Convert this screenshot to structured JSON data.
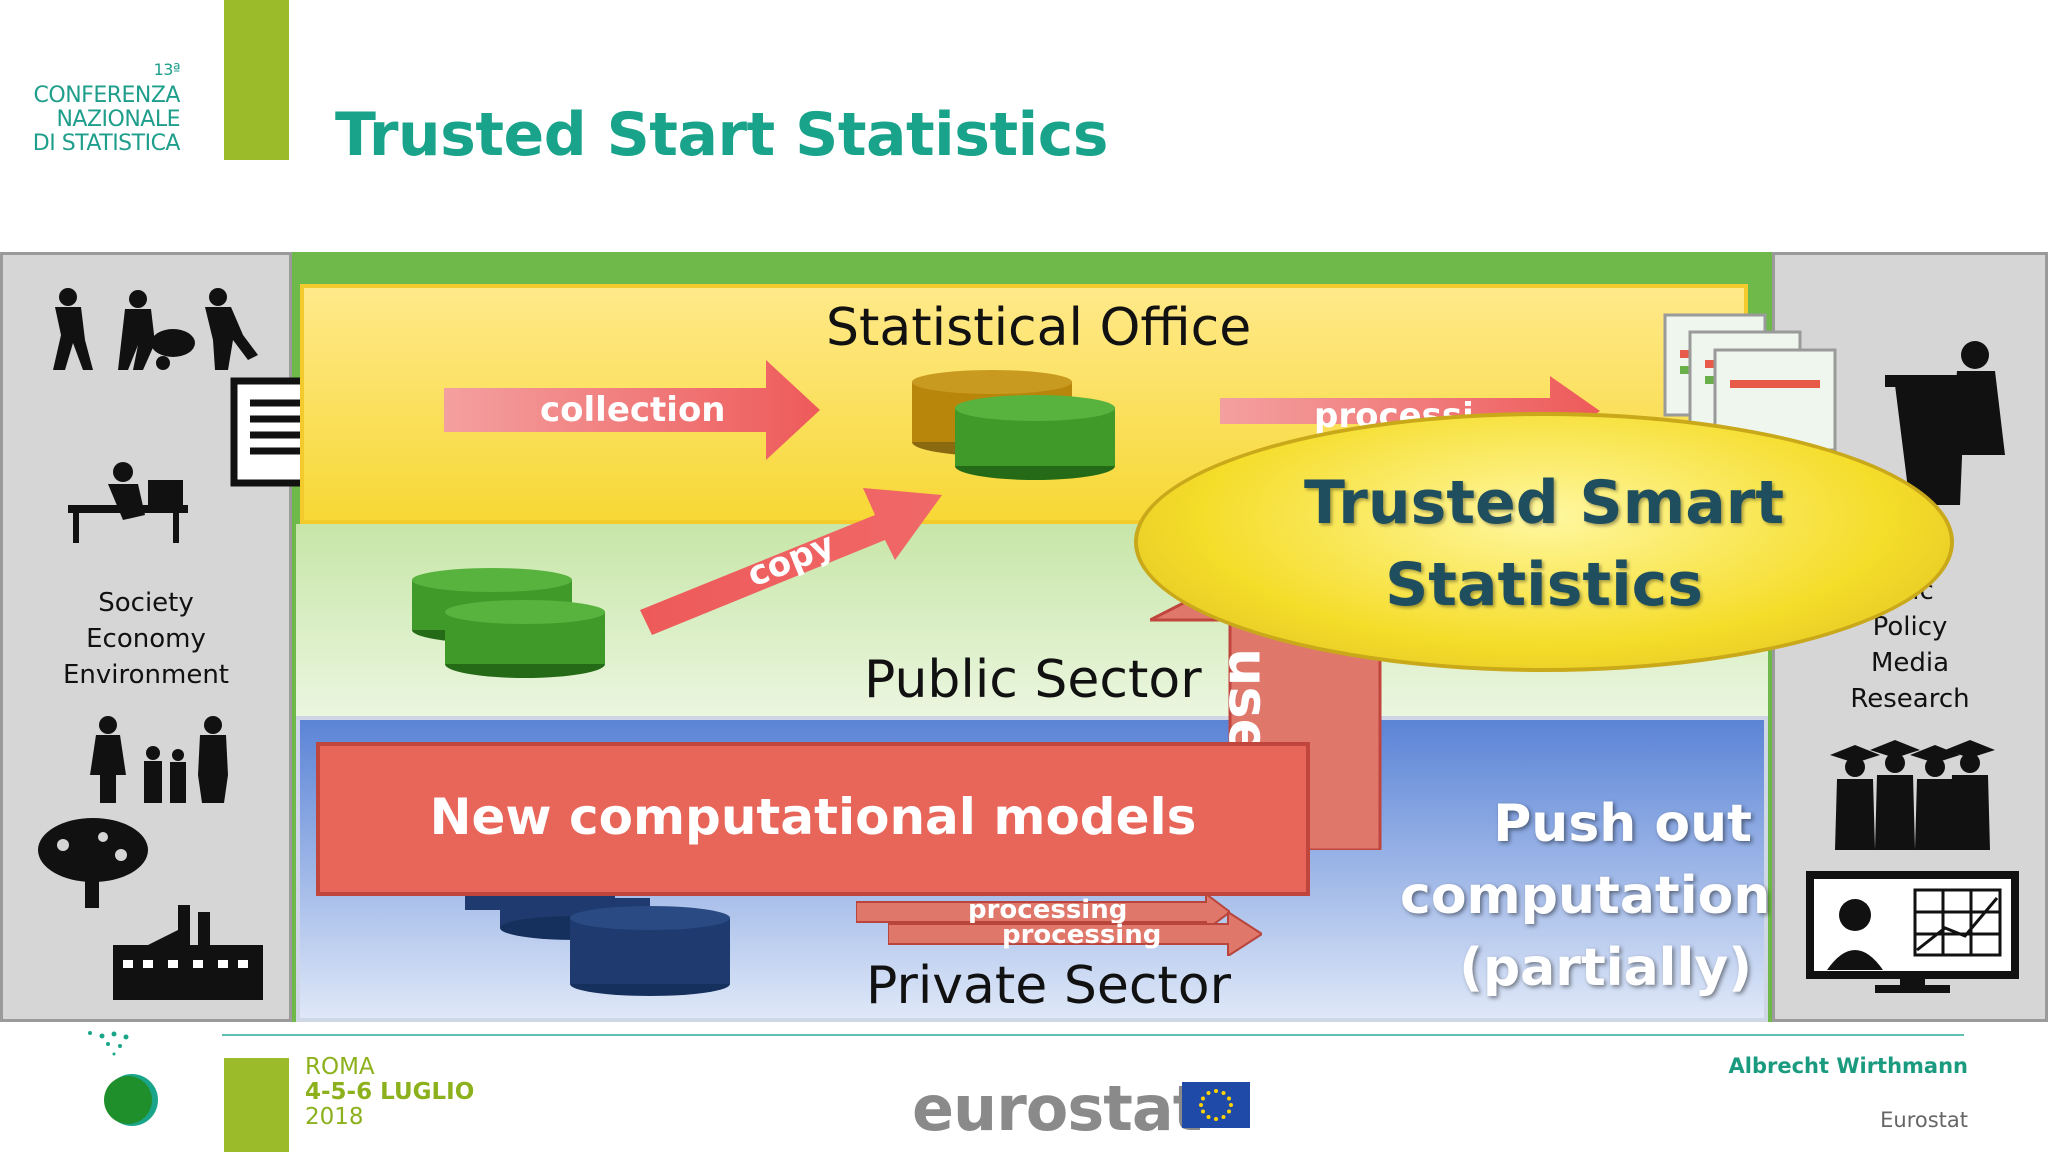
{
  "header": {
    "conference": {
      "edition": "13ª",
      "line1": "CONFERENZA",
      "line2": "NAZIONALE",
      "line3": "DI STATISTICA"
    },
    "title": "Trusted Start Statistics"
  },
  "left_panel": {
    "labels": [
      "Society",
      "Economy",
      "Environment"
    ]
  },
  "right_panel": {
    "labels": [
      "…ic",
      "Policy",
      "Media",
      "Research"
    ]
  },
  "regions": {
    "statistical_office": "Statistical Office",
    "public_sector": "Public Sector",
    "private_sector": "Private Sector"
  },
  "arrows": {
    "collection": "collection",
    "copy": "copy",
    "processing_top": "processi…",
    "use": "use",
    "processing_1": "processing",
    "processing_2": "processing"
  },
  "ellipse": {
    "line1": "Trusted Smart",
    "line2": "Statistics"
  },
  "red_box": {
    "label": "New computational models"
  },
  "push_out": {
    "line1": "Push out",
    "line2": "computation",
    "line3": "(partially)"
  },
  "footer": {
    "city": "ROMA",
    "dates": "4-5-6 LUGLIO",
    "year": "2018",
    "brand": "eurostat",
    "author": "Albrecht Wirthmann",
    "organization": "Eurostat"
  },
  "colors": {
    "title_teal": "#18a38a",
    "accent_green": "#9bbb2a",
    "arrow_red": "#e8655a",
    "db_green": "#3f9a2a",
    "db_navy": "#1f3a6e"
  },
  "icons": [
    "workers-icon",
    "document-icon",
    "desk-worker-icon",
    "family-icon",
    "tree-icon",
    "factory-icon",
    "reports-icon",
    "speaker-podium-icon",
    "graduates-icon",
    "monitor-chart-icon",
    "database-icon"
  ]
}
